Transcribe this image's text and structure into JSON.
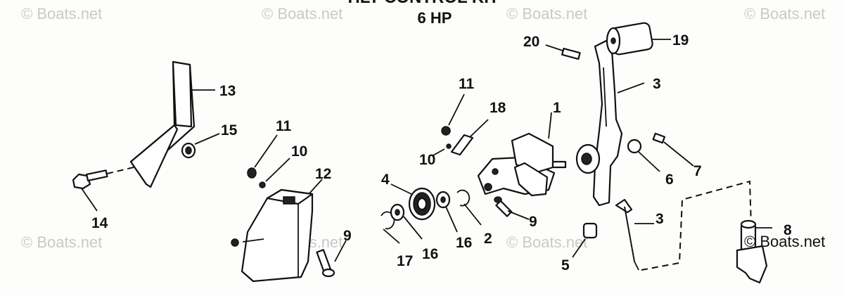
{
  "header": {
    "title": "TILT CONTROL KIT",
    "subtitle": "6 HP"
  },
  "watermark": {
    "text": "© Boats.net",
    "brand": "© Boats.net"
  },
  "callouts": {
    "c1": "1",
    "c2": "2",
    "c3a": "3",
    "c3b": "3",
    "c4": "4",
    "c5": "5",
    "c6": "6",
    "c7": "7",
    "c8": "8",
    "c9a": "9",
    "c9b": "9",
    "c10a": "10",
    "c10b": "10",
    "c11a": "11",
    "c11b": "11",
    "c12": "12",
    "c13": "13",
    "c14": "14",
    "c15": "15",
    "c16a": "16",
    "c16b": "16",
    "c17": "17",
    "c18": "18",
    "c19": "19",
    "c20": "20"
  }
}
